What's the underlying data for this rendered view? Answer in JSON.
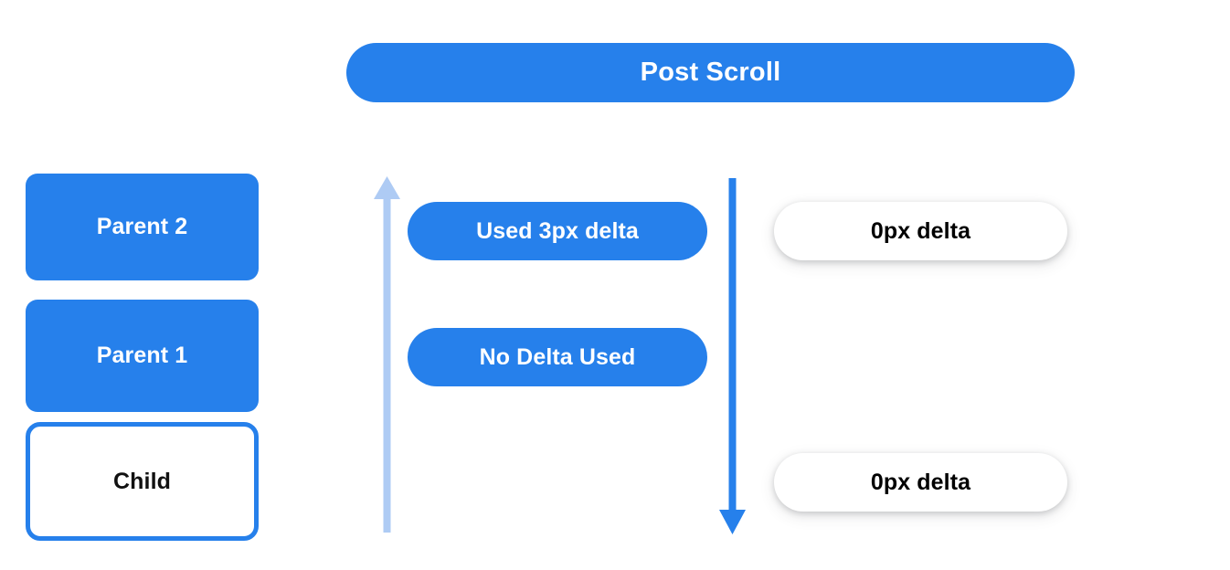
{
  "header": {
    "title": "Post Scroll"
  },
  "colors": {
    "accent_blue": "#2680eb",
    "arrow_light_blue": "#aecbf4",
    "arrow_dark_blue": "#2680eb",
    "text_on_blue": "#ffffff",
    "text_dark": "#111111",
    "background": "#ffffff"
  },
  "left_column": {
    "nodes": [
      {
        "label": "Parent 2",
        "style": "filled"
      },
      {
        "label": "Parent 1",
        "style": "filled"
      },
      {
        "label": "Child",
        "style": "outlined"
      }
    ]
  },
  "arrows": [
    {
      "name": "scroll-up-arrow",
      "direction": "up",
      "color": "#aecbf4"
    },
    {
      "name": "scroll-down-arrow",
      "direction": "down",
      "color": "#2680eb"
    }
  ],
  "middle_column": {
    "pills": [
      {
        "label": "Used 3px delta",
        "style": "blue"
      },
      {
        "label": "No Delta Used",
        "style": "blue"
      }
    ]
  },
  "right_column": {
    "pills": [
      {
        "label": "0px delta",
        "style": "white"
      },
      {
        "label": "0px delta",
        "style": "white"
      }
    ]
  }
}
